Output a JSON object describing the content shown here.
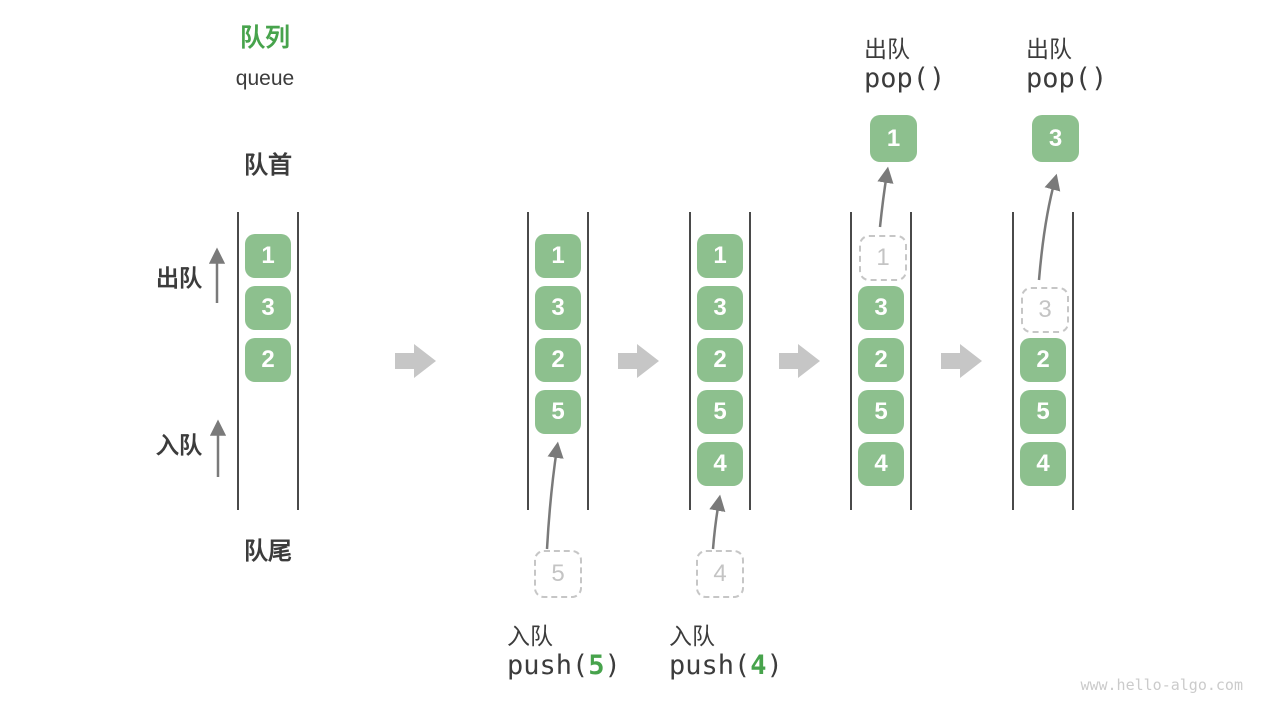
{
  "header": {
    "title_cn": "队列",
    "title_en": "queue"
  },
  "labels": {
    "front": "队首",
    "rear": "队尾",
    "dequeue_side": "出队",
    "enqueue_side": "入队"
  },
  "footer": {
    "watermark": "www.hello-algo.com"
  },
  "colors": {
    "box_green": "#8DC08E",
    "accent_green": "#47A34C",
    "text_dark": "#3C3C3C",
    "thin_arrow_gray": "#7A7A7A",
    "block_arrow_gray": "#C6C6C6",
    "ghost_gray": "#C6C6C6",
    "column_line_gray": "#4A4A4A",
    "watermark_gray": "#CBCBCB"
  },
  "queue_states": [
    {
      "boxes": [
        {
          "value": "1",
          "style": "solid"
        },
        {
          "value": "3",
          "style": "solid"
        },
        {
          "value": "2",
          "style": "solid"
        }
      ]
    },
    {
      "boxes": [
        {
          "value": "1",
          "style": "solid"
        },
        {
          "value": "3",
          "style": "solid"
        },
        {
          "value": "2",
          "style": "solid"
        },
        {
          "value": "5",
          "style": "solid"
        }
      ],
      "annotation": {
        "position": "below",
        "ghost_value": "5",
        "op_label": "入队",
        "code_pre": "push(",
        "code_arg": "5",
        "code_post": ")"
      }
    },
    {
      "boxes": [
        {
          "value": "1",
          "style": "solid"
        },
        {
          "value": "3",
          "style": "solid"
        },
        {
          "value": "2",
          "style": "solid"
        },
        {
          "value": "5",
          "style": "solid"
        },
        {
          "value": "4",
          "style": "solid"
        }
      ],
      "annotation": {
        "position": "below",
        "ghost_value": "4",
        "op_label": "入队",
        "code_pre": "push(",
        "code_arg": "4",
        "code_post": ")"
      }
    },
    {
      "boxes": [
        {
          "value": "1",
          "style": "dashed"
        },
        {
          "value": "3",
          "style": "solid"
        },
        {
          "value": "2",
          "style": "solid"
        },
        {
          "value": "5",
          "style": "solid"
        },
        {
          "value": "4",
          "style": "solid"
        }
      ],
      "annotation": {
        "position": "above",
        "popped_value": "1",
        "op_label": "出队",
        "code_pre": "pop()",
        "code_arg": "",
        "code_post": ""
      }
    },
    {
      "boxes": [
        {
          "value": "",
          "style": "empty"
        },
        {
          "value": "3",
          "style": "dashed"
        },
        {
          "value": "2",
          "style": "solid"
        },
        {
          "value": "5",
          "style": "solid"
        },
        {
          "value": "4",
          "style": "solid"
        }
      ],
      "annotation": {
        "position": "above",
        "popped_value": "3",
        "op_label": "出队",
        "code_pre": "pop()",
        "code_arg": "",
        "code_post": ""
      }
    }
  ]
}
